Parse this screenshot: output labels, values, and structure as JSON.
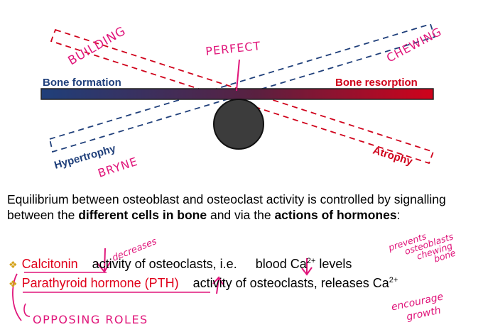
{
  "diagram": {
    "bone_formation": "Bone formation",
    "bone_resorption": "Bone resorption",
    "hypertrophy": "Hypertrophy",
    "atrophy": "Atrophy"
  },
  "annotations": {
    "building": "BUILDING",
    "chewing": "CHEWING",
    "perfect": "PERFECT",
    "bryne": "BRYNE",
    "decreases": "decreases",
    "prevents": "prevents osteoblasts chewing bone",
    "prevents_lines": [
      "prevents",
      "osteoblasts",
      "chewing",
      "bone"
    ],
    "encourage_lines": [
      "encourage",
      "growth"
    ],
    "opposing_roles": "OPPOSING ROLES"
  },
  "text": {
    "para_1": "Equilibrium between osteoblast and osteoclast activity is controlled by signalling between the ",
    "para_bold_1": "different cells in bone",
    "para_2": " and via the ",
    "para_bold_2": "actions of hormones",
    "para_3": ":",
    "b1_name": "Calcitonin",
    "b1_text_a": "activity of osteoclasts, i.e.",
    "b1_text_b": "blood Ca",
    "b1_sup": "2+",
    "b1_text_c": " levels",
    "b2_name": "Parathyroid hormone (PTH)",
    "b2_text_a": "activity of osteoclasts, releases Ca",
    "b2_sup": "2+"
  },
  "colors": {
    "formation_blue": "#1f3f7a",
    "resorption_red": "#d0021b",
    "annotation_pink": "#e0157a",
    "bullet_red": "#e0001a",
    "bullet_mark": "#d4a21b"
  }
}
